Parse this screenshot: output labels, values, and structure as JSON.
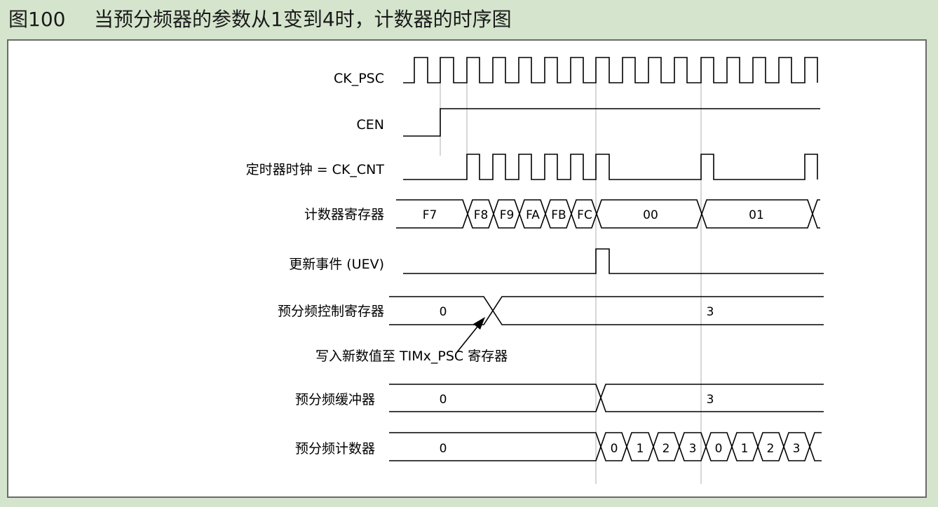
{
  "caption": {
    "figure_number": "图100",
    "title": "当预分频器的参数从1变到4时，计数器的时序图"
  },
  "signals": {
    "ck_psc": "CK_PSC",
    "cen": "CEN",
    "ck_cnt": "定时器时钟 = CK_CNT",
    "counter_register": "计数器寄存器",
    "uev": "更新事件 (UEV)",
    "prescaler_control": "预分频控制寄存器",
    "prescaler_buffer": "预分频缓冲器",
    "prescaler_counter": "预分频计数器"
  },
  "annotation": "写入新数值至 TIMx_PSC 寄存器",
  "values": {
    "counter_register": [
      "F7",
      "F8",
      "F9",
      "FA",
      "FB",
      "FC",
      "00",
      "01"
    ],
    "prescaler_control": [
      "0",
      "3"
    ],
    "prescaler_buffer": [
      "0",
      "3"
    ],
    "prescaler_counter": [
      "0",
      "0",
      "1",
      "2",
      "3",
      "0",
      "1",
      "2",
      "3"
    ]
  },
  "colors": {
    "background": "#d5e5cd",
    "frame": "#ffffff",
    "line": "#000000",
    "guide": "#bcbcbc"
  }
}
